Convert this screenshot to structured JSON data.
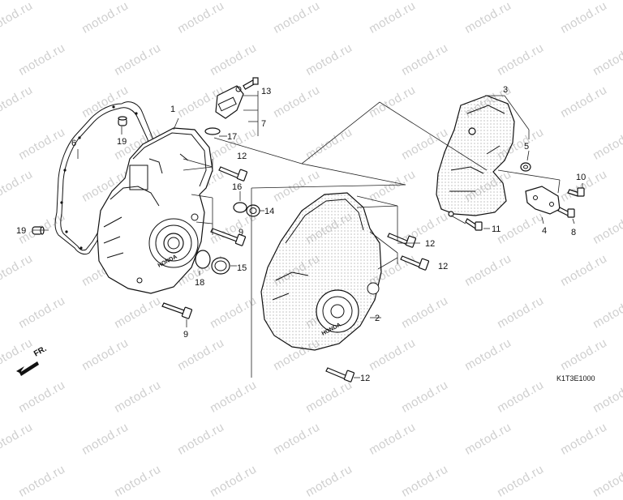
{
  "watermark": {
    "text": "motod.ru",
    "color": "#cfcfcf"
  },
  "diagram": {
    "code": "K1T3E1000",
    "front_marker": "FR.",
    "callouts": [
      "1",
      "2",
      "3",
      "4",
      "5",
      "6",
      "7",
      "8",
      "9",
      "9",
      "10",
      "11",
      "12",
      "12",
      "12",
      "12",
      "13",
      "14",
      "15",
      "16",
      "17",
      "18",
      "19",
      "19"
    ]
  }
}
